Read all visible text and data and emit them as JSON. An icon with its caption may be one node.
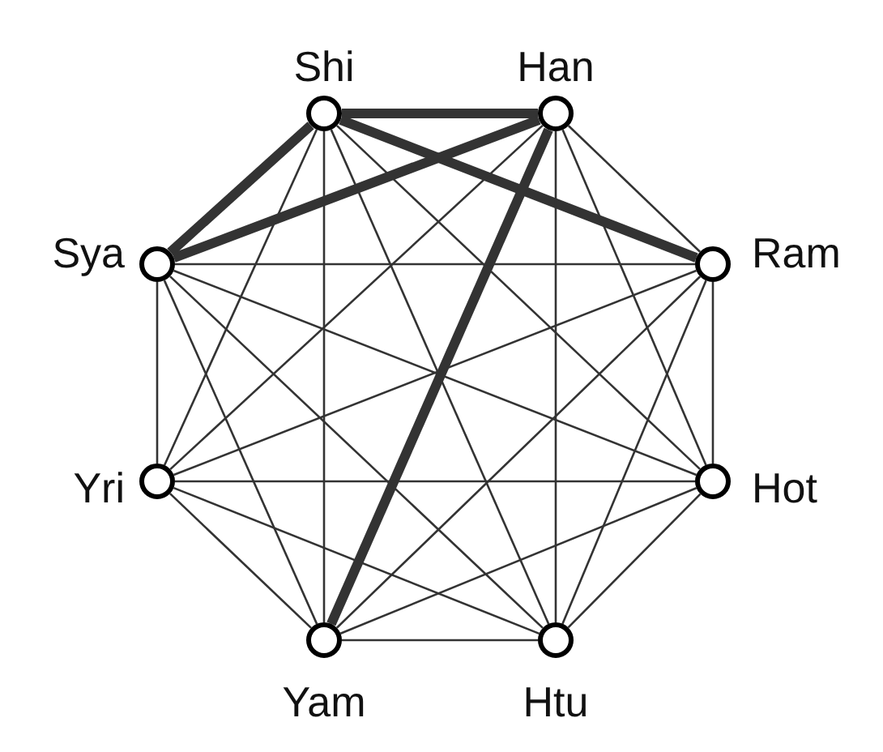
{
  "diagram": {
    "nodes": [
      {
        "text": [],
        "shape": "circle",
        "beside": [
          "Shi"
        ]
      },
      {
        "text": [],
        "shape": "circle",
        "beside": [
          "Han"
        ]
      },
      {
        "text": [],
        "shape": "circle",
        "beside": [
          "Sya"
        ]
      },
      {
        "text": [],
        "shape": "circle",
        "beside": [
          "Ram"
        ]
      },
      {
        "text": [],
        "shape": "circle",
        "beside": [
          "Yri"
        ]
      },
      {
        "text": [],
        "shape": "circle",
        "beside": [
          "Hot"
        ]
      },
      {
        "text": [],
        "shape": "circle",
        "beside": [
          "Yam"
        ]
      },
      {
        "text": [],
        "shape": "circle",
        "beside": [
          "Htu"
        ]
      }
    ],
    "edges": [
      {
        "from": 0,
        "to": 1,
        "arrow": "none",
        "style": "thick"
      },
      {
        "from": 0,
        "to": 2,
        "arrow": "none",
        "style": "thick"
      },
      {
        "from": 0,
        "to": 3,
        "arrow": "none",
        "style": "thick"
      },
      {
        "from": 0,
        "to": 4,
        "arrow": "none"
      },
      {
        "from": 0,
        "to": 5,
        "arrow": "none"
      },
      {
        "from": 0,
        "to": 6,
        "arrow": "none"
      },
      {
        "from": 0,
        "to": 7,
        "arrow": "none"
      },
      {
        "from": 1,
        "to": 2,
        "arrow": "none",
        "style": "thick"
      },
      {
        "from": 1,
        "to": 3,
        "arrow": "none"
      },
      {
        "from": 1,
        "to": 4,
        "arrow": "none"
      },
      {
        "from": 1,
        "to": 5,
        "arrow": "none"
      },
      {
        "from": 1,
        "to": 6,
        "arrow": "none",
        "style": "thick"
      },
      {
        "from": 1,
        "to": 7,
        "arrow": "none"
      },
      {
        "from": 2,
        "to": 3,
        "arrow": "none"
      },
      {
        "from": 2,
        "to": 4,
        "arrow": "none"
      },
      {
        "from": 2,
        "to": 5,
        "arrow": "none"
      },
      {
        "from": 2,
        "to": 6,
        "arrow": "none"
      },
      {
        "from": 2,
        "to": 7,
        "arrow": "none"
      },
      {
        "from": 3,
        "to": 4,
        "arrow": "none"
      },
      {
        "from": 3,
        "to": 5,
        "arrow": "none"
      },
      {
        "from": 3,
        "to": 6,
        "arrow": "none"
      },
      {
        "from": 3,
        "to": 7,
        "arrow": "none"
      },
      {
        "from": 4,
        "to": 5,
        "arrow": "none"
      },
      {
        "from": 4,
        "to": 6,
        "arrow": "none"
      },
      {
        "from": 4,
        "to": 7,
        "arrow": "none"
      },
      {
        "from": 5,
        "to": 6,
        "arrow": "none"
      },
      {
        "from": 5,
        "to": 7,
        "arrow": "none"
      },
      {
        "from": 6,
        "to": 7,
        "arrow": "none"
      }
    ]
  }
}
